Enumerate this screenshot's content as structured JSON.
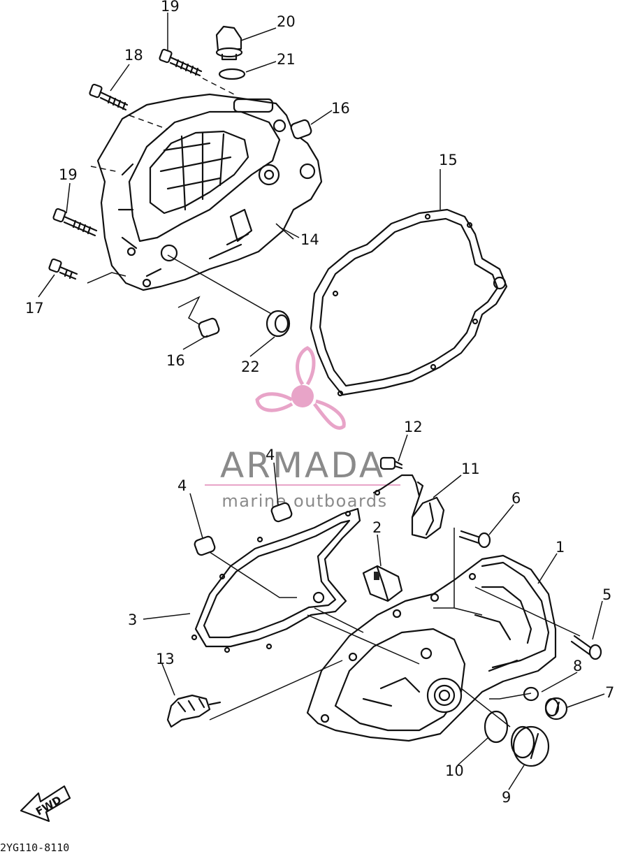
{
  "callouts": {
    "c1": "1",
    "c2": "2",
    "c3": "3",
    "c4a": "4",
    "c4b": "4",
    "c5": "5",
    "c6": "6",
    "c7": "7",
    "c8": "8",
    "c9": "9",
    "c10": "10",
    "c11": "11",
    "c12": "12",
    "c13": "13",
    "c14": "14",
    "c15": "15",
    "c16a": "16",
    "c16b": "16",
    "c17": "17",
    "c18": "18",
    "c19a": "19",
    "c19b": "19",
    "c20": "20",
    "c21": "21",
    "c22": "22"
  },
  "watermark": {
    "brand": "ARMADA",
    "tagline": "marine outboards",
    "colors": {
      "logo": "#e8a4c8",
      "text": "#8a8a8a",
      "rule": "#e8a4c8"
    }
  },
  "fwd_label": "FWD",
  "diagram_code": "2YG110-8110",
  "line_color": "#111111"
}
